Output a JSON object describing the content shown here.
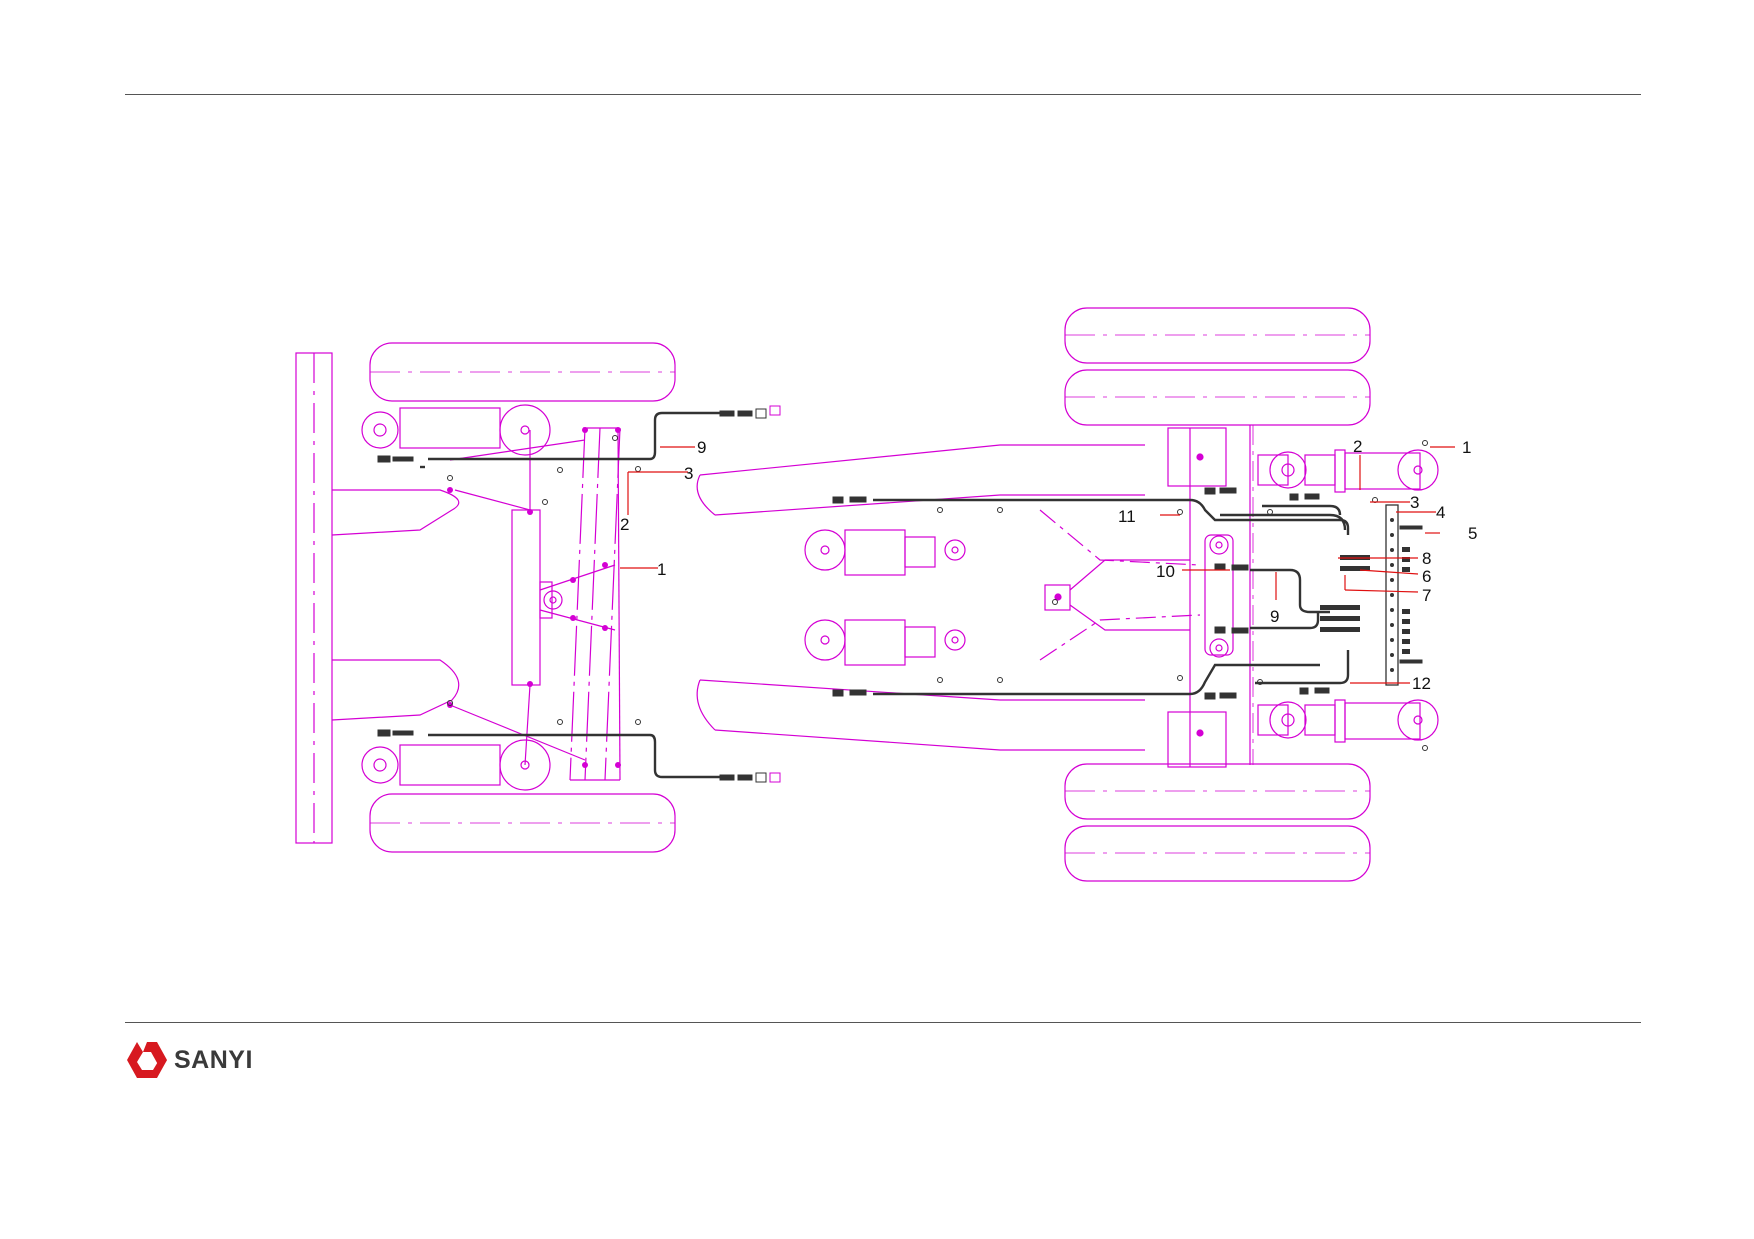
{
  "brand": {
    "name": "SANYI",
    "color": "#d71920",
    "text_color": "#3a3a3a"
  },
  "colors": {
    "outline": "#d400d4",
    "hose": "#333333",
    "leader": "#e01010"
  },
  "callouts": [
    "1",
    "2",
    "3",
    "9",
    "1",
    "2",
    "3",
    "4",
    "5",
    "8",
    "6",
    "7",
    "11",
    "10",
    "9",
    "12"
  ]
}
